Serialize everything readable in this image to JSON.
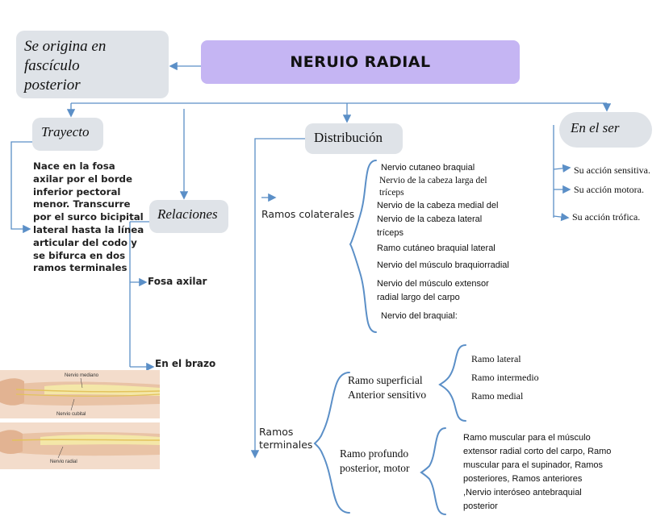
{
  "title": "NERUIO RADIAL",
  "origin": {
    "line1": "Se origina en fascículo",
    "line2": "posterior"
  },
  "trayecto": {
    "heading": "Trayecto",
    "description": "Nace en la fosa axilar por el borde inferior pectoral menor. Transcurre por el surco bicipital lateral hasta la línea articular del codo y se bifurca en dos ramos terminales"
  },
  "relaciones": {
    "heading": "Relaciones",
    "items": [
      "Fosa axilar",
      "En el brazo"
    ]
  },
  "distribucion": {
    "heading": "Distribución",
    "colaterales": {
      "label": "Ramos colaterales",
      "items": [
        "Nervio cutaneo braquial",
        "Nervio de la cabeza larga del",
        "tríceps",
        "Nervio de la cabeza medial del",
        "Nervio de la cabeza lateral",
        "tríceps",
        "Ramo cutáneo braquial lateral",
        "Nervio del músculo braquiorradial",
        "Nervio del músculo extensor",
        "radial largo del carpo",
        "Nervio del braquial:"
      ]
    },
    "terminales": {
      "label_line1": "Ramos",
      "label_line2": "terminales",
      "superficial": {
        "label_line1": "Ramo superficial",
        "label_line2": "Anterior sensitivo",
        "items": [
          "Ramo lateral",
          "Ramo intermedio",
          "Ramo medial"
        ]
      },
      "profundo": {
        "label_line1": "Ramo profundo",
        "label_line2": "posterior, motor",
        "lines": [
          "Ramo muscular para el músculo",
          "extensor radial corto del carpo, Ramo",
          "muscular para el supinador, Ramos",
          "posteriores, Ramos anteriores",
          ",Nervio interóseo antebraquial",
          "posterior"
        ]
      }
    }
  },
  "en_el_ser": {
    "heading": "En el ser",
    "items": [
      "Su acción sensitiva.",
      "Su acción motora.",
      "Su acción trófica."
    ]
  },
  "figure": {
    "labels": [
      "Nervio mediano",
      "Nervio cubital",
      "Nervio radial"
    ]
  },
  "colors": {
    "title_bg": "#c5b5f3",
    "box_bg": "#dfe3e8",
    "arrow": "#5b8fc7",
    "brace": "#5b8fc7"
  }
}
